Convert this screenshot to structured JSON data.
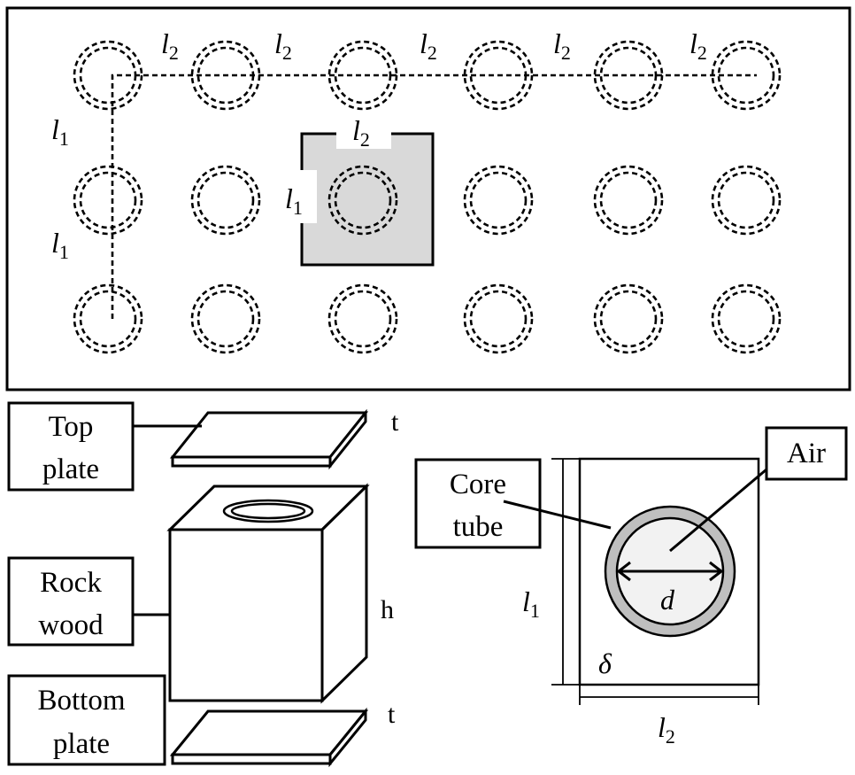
{
  "spacing_labels": {
    "l_symbol": "l",
    "sub_1": "1",
    "sub_2": "2"
  },
  "exploded_view": {
    "top_plate": {
      "line1": "Top",
      "line2": "plate"
    },
    "rock_wood": {
      "line1": "Rock",
      "line2": "wood"
    },
    "bottom_plate": {
      "line1": "Bottom",
      "line2": "plate"
    },
    "thickness_top": "t",
    "height": "h",
    "thickness_bottom": "t"
  },
  "unit_cell": {
    "core_tube": {
      "line1": "Core",
      "line2": "tube"
    },
    "air": "Air",
    "diameter": "d",
    "wall": "δ"
  },
  "colors": {
    "highlight_cell": "#d9d9d9",
    "tube_wall": "#bfbfbf",
    "air_fill": "#f2f2f2"
  }
}
